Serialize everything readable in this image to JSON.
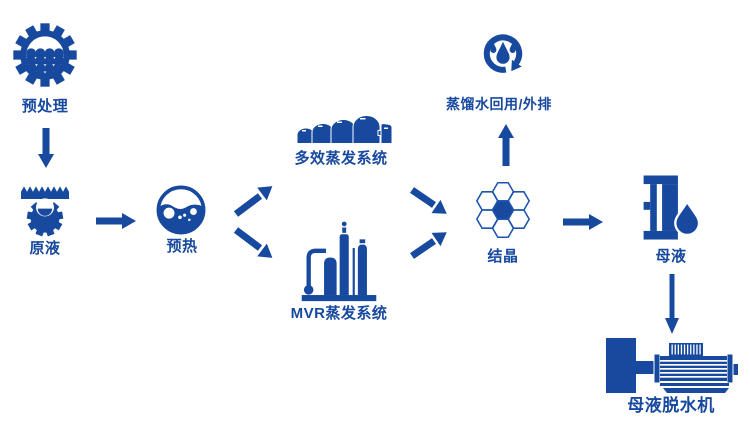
{
  "background": "#ffffff",
  "colors": {
    "primary": "#17499e",
    "hex_outline": "#1e55af"
  },
  "diagram_title": "",
  "nodes": [
    {
      "id": "pretreatment",
      "label": "预处理",
      "icon": "gear-water-icon"
    },
    {
      "id": "raw-liquid",
      "label": "原液",
      "icon": "liquid-gear-icon"
    },
    {
      "id": "preheat",
      "label": "预热",
      "icon": "heated-liquid-icon"
    },
    {
      "id": "multi-effect-evaporation",
      "label": "多效蒸发系统",
      "icon": "evaporator-domes-icon"
    },
    {
      "id": "mvr-evaporation",
      "label": "MVR蒸发系统",
      "icon": "distillation-columns-icon"
    },
    {
      "id": "crystallization",
      "label": "结晶",
      "icon": "crystal-honeycomb-icon"
    },
    {
      "id": "distilled-water",
      "label": "蒸馏水回用/外排",
      "icon": "water-recycle-icon"
    },
    {
      "id": "mother-liquor",
      "label": "母液",
      "icon": "barrel-droplet-icon"
    },
    {
      "id": "dewatering-machine",
      "label": "母液脱水机",
      "icon": "dewatering-machine-icon"
    }
  ],
  "flows": [
    {
      "from": "预处理",
      "to": "原液",
      "direction": "down"
    },
    {
      "from": "原液",
      "to": "预热",
      "direction": "right"
    },
    {
      "from": "预热",
      "to": "多效蒸发系统",
      "direction": "up-right"
    },
    {
      "from": "预热",
      "to": "MVR蒸发系统",
      "direction": "down-right"
    },
    {
      "from": "多效蒸发系统",
      "to": "结晶",
      "direction": "down-right"
    },
    {
      "from": "MVR蒸发系统",
      "to": "结晶",
      "direction": "up-right"
    },
    {
      "from": "结晶",
      "to": "蒸馏水回用/外排",
      "direction": "up"
    },
    {
      "from": "结晶",
      "to": "母液",
      "direction": "right"
    },
    {
      "from": "母液",
      "to": "母液脱水机",
      "direction": "down"
    }
  ]
}
